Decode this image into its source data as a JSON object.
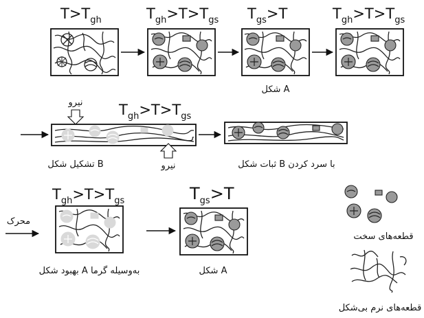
{
  "temps": {
    "t1": [
      "T>T",
      "gh",
      ""
    ],
    "t2": [
      "T",
      "gh",
      ">T>T",
      "gs"
    ],
    "t3": [
      "T",
      "gs",
      ">T"
    ],
    "t4": [
      "T",
      "gh",
      ">T>T",
      "gs"
    ],
    "t5": [
      "T",
      "gh",
      ">T>T",
      "gs"
    ],
    "t6": [
      "T",
      "gh",
      ">T>T",
      "gs"
    ],
    "t7": [
      "T",
      "gs",
      ">T"
    ]
  },
  "labels": {
    "shape_a_top": "شکل A",
    "force_top": "نیرو",
    "force_bottom": "نیرو",
    "form_b": "تشکیل شکل B",
    "fix_b": "ثبات شکل B با سرد کردن",
    "stimulus": "محرک",
    "recover_a": "بهبود شکل A به‌وسیله گرما",
    "shape_a_bottom": "شکل A",
    "hard_segments": "قطعه‌های سخت",
    "soft_segments": "قطعه‌های نرم بی‌شکل"
  },
  "colors": {
    "hard_segment": "#9a9a9a",
    "ghost_segment": "#d9d9d9",
    "outline": "#111111"
  }
}
